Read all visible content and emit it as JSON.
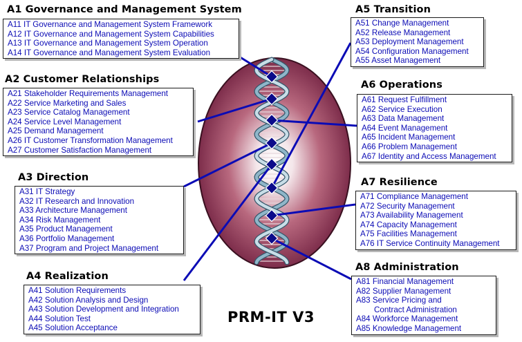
{
  "diagram_title": "PRM-IT V3",
  "colors": {
    "item_text": "#0b0bb5",
    "connector": "#0b0bb5",
    "oval_dark": "#6e1e3e",
    "oval_light": "#ffffff",
    "helix_node": "#0b0b8a"
  },
  "groups": {
    "a1": {
      "title": "A1 Governance and Management System",
      "items": [
        "A11 IT Governance and Management System Framework",
        "A12 IT Governance and Management System Capabilities",
        "A13 IT Governance and Management System Operation",
        "A14 IT Governance and Management System Evaluation"
      ]
    },
    "a2": {
      "title": "A2 Customer Relationships",
      "items": [
        "A21 Stakeholder Requirements Management",
        "A22 Service Marketing and Sales",
        "A23 Service Catalog Management",
        "A24 Service Level Management",
        "A25 Demand Management",
        "A26 IT Customer Transformation Management",
        "A27 Customer Satisfaction Management"
      ]
    },
    "a3": {
      "title": "A3 Direction",
      "items": [
        "A31 IT Strategy",
        "A32 IT Research and Innovation",
        "A33 Architecture Management",
        "A34 Risk Management",
        "A35 Product Management",
        "A36 Portfolio Management",
        "A37 Program and Project Management"
      ]
    },
    "a4": {
      "title": "A4 Realization",
      "items": [
        "A41 Solution Requirements",
        "A42 Solution Analysis and Design",
        "A43 Solution Development and Integration",
        "A44 Solution Test",
        "A45 Solution Acceptance"
      ]
    },
    "a5": {
      "title": "A5 Transition",
      "items": [
        "A51 Change Management",
        "A52 Release Management",
        "A53 Deployment Management",
        "A54 Configuration Management",
        "A55 Asset Management"
      ]
    },
    "a6": {
      "title": "A6 Operations",
      "items": [
        "A61 Request Fulfillment",
        "A62 Service Execution",
        "A63 Data Management",
        "A64 Event Management",
        "A65 Incident Management",
        "A66 Problem Management",
        "A67 Identity and Access Management"
      ]
    },
    "a7": {
      "title": "A7 Resilience",
      "items": [
        "A71 Compliance Management",
        "A72 Security Management",
        "A73 Availability Management",
        "A74 Capacity Management",
        "A75 Facilities Management",
        "A76 IT Service Continuity Management"
      ]
    },
    "a8": {
      "title": "A8 Administration",
      "items": [
        "A81 Financial Management",
        "A82 Supplier Management",
        "A83 Service Pricing and",
        "Contract Administration",
        "A84 Workforce Management",
        "A85 Knowledge Management"
      ]
    }
  }
}
